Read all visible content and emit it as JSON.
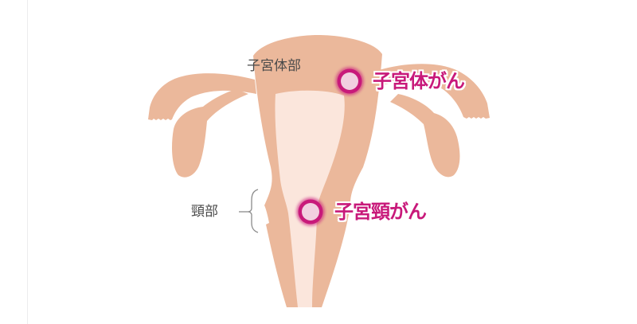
{
  "diagram": {
    "title": "",
    "colors": {
      "uterus": "#ebb89b",
      "cavity": "#fbe6dc",
      "marker_ring": "#c8197a",
      "marker_fill": "#f2cfe0",
      "label_gray": "#4a4a4a",
      "label_magenta": "#c8197a"
    },
    "labels": {
      "body_region": "子宮体部",
      "cervix_region": "頸部"
    },
    "markers": [
      {
        "id": "endometrial",
        "label": "子宮体がん"
      },
      {
        "id": "cervical",
        "label": "子宮頸がん"
      }
    ]
  }
}
